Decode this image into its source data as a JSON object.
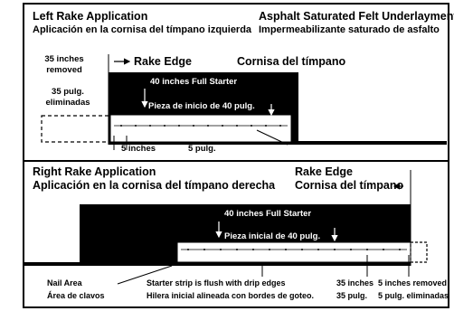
{
  "top_panel": {
    "title_en": "Left Rake Application",
    "title_es": "Aplicación en la cornisa del tímpano izquierda",
    "product_en": "Asphalt Saturated Felt Underlayment",
    "product_es": "Impermeabilizante saturado de asfalto",
    "removed_en_1": "35 inches",
    "removed_en_2": "removed",
    "removed_es_1": "35 pulg.",
    "removed_es_2": "eliminadas",
    "rake_edge_en": "Rake Edge",
    "rake_edge_es": "Cornisa del tímpano",
    "starter_en": "40 inches Full Starter",
    "starter_es": "Pieza de inicio de 40 pulg.",
    "overhang_en": "5 inches",
    "overhang_es": "5 pulg."
  },
  "bottom_panel": {
    "title_en": "Right Rake Application",
    "title_es": "Aplicación en la cornisa del tímpano derecha",
    "rake_edge_en": "Rake Edge",
    "rake_edge_es": "Cornisa del tímpano",
    "starter_en": "40 inches Full Starter",
    "starter_es": "Pieza inicial de 40 pulg.",
    "nail_area_en": "Nail Area",
    "nail_area_es": "Área de clavos",
    "flush_en": "Starter strip is flush with drip edges",
    "flush_es": "Hilera inicial alineada con bordes de goteo.",
    "overhang_en": "35 inches",
    "overhang_es": "35 pulg.",
    "removed_en": "5 inches removed",
    "removed_es": "5 pulg. eliminadas"
  },
  "colors": {
    "felt": "#000000",
    "starter_strip": "#ffffff",
    "background": "#ffffff"
  }
}
